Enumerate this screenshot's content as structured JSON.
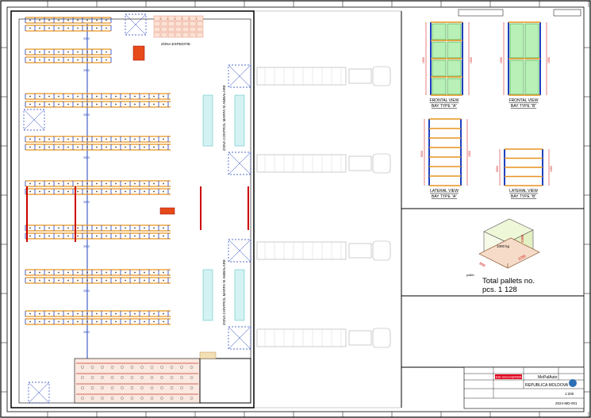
{
  "layout": {
    "zones": [
      {
        "id": "expedition",
        "label": "ZONA EXPEDITIE"
      },
      {
        "id": "control_top",
        "label": "ZONA CONTROL MARFA SI AMBALARE"
      },
      {
        "id": "control_bottom",
        "label": "ZONA CONTROL MARFA SI AMBALARE"
      }
    ],
    "aisle_marks": [
      "3950",
      "3950",
      "3950",
      "3950",
      "3950",
      "3950",
      "3950",
      "3950",
      "3950"
    ]
  },
  "frames": [
    {
      "id": "f1",
      "title": "FRONTAL VIEW",
      "subtitle": "BAY TYPE \"A\"",
      "dims": [
        "1500",
        "1500"
      ]
    },
    {
      "id": "f2",
      "title": "FRONTAL VIEW",
      "subtitle": "BAY TYPE \"B\"",
      "dims": [
        "1500",
        "1500"
      ]
    },
    {
      "id": "f3",
      "title": "LATERAL VIEW",
      "subtitle": "BAY TYPE \"A\"",
      "dims": [
        "6000",
        "1050"
      ]
    },
    {
      "id": "f4",
      "title": "LATERAL VIEW",
      "subtitle": "BAY TYPE \"B\"",
      "dims": [
        "3000",
        "1050"
      ]
    }
  ],
  "pallet": {
    "text_lines": [
      "Total pallets no.",
      "pcs. 1 128"
    ],
    "dims": [
      "1000 kg",
      "1200",
      "800",
      "1500"
    ]
  },
  "title_block": {
    "company": "MoPalAuto",
    "country": "REPUBLICA MOLDOVA",
    "logo": "SSI SCHAEFER",
    "drawing_no": "2024-MD-001",
    "scale": "1:200"
  }
}
